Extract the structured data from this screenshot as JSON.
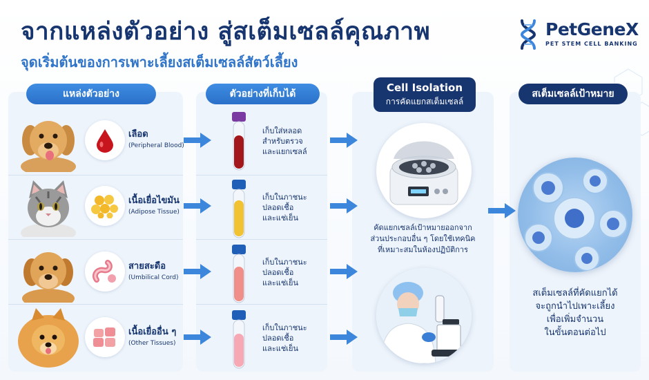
{
  "title": "จากแหล่งตัวอย่าง สู่สเต็มเซลล์คุณภาพ",
  "subtitle": "จุดเริ่มต้นของการเพาะเลี้ยงสเต็มเซลล์สัตว์เลี้ยง",
  "logo": {
    "name": "PetGeneX",
    "tagline": "PET STEM CELL BANKING"
  },
  "columns": {
    "sources": "แหล่งตัวอย่าง",
    "samples": "ตัวอย่างที่เก็บได้",
    "isolation_en": "Cell Isolation",
    "isolation_th": "การคัดแยกสเต็มเซลล์",
    "target": "สเต็มเซลล์เป้าหมาย"
  },
  "rows": [
    {
      "animal": "golden-retriever",
      "source_th": "เลือด",
      "source_en": "(Peripheral Blood)",
      "sample_lines": [
        "เก็บใส่หลอด",
        "สำหรับตรวจ",
        "และแยกเซลล์"
      ],
      "tube_color": "#a3161c",
      "cap_color": "#7b3aa1"
    },
    {
      "animal": "cat",
      "source_th": "เนื้อเยื่อไขมัน",
      "source_en": "(Adipose Tissue)",
      "sample_lines": [
        "เก็บในภาชนะ",
        "ปลอดเชื้อ",
        "และแช่เย็น"
      ],
      "tube_color": "#f1c232",
      "cap_color": "#1f5fb8"
    },
    {
      "animal": "puppy",
      "source_th": "สายสะดือ",
      "source_en": "(Umbilical Cord)",
      "sample_lines": [
        "เก็บในภาชนะ",
        "ปลอดเชื้อ",
        "และแช่เย็น"
      ],
      "tube_color": "#f08f8a",
      "cap_color": "#1f5fb8"
    },
    {
      "animal": "pomeranian",
      "source_th": "เนื้อเยื่ออื่น ๆ",
      "source_en": "(Other Tissues)",
      "sample_lines": [
        "เก็บในภาชนะ",
        "ปลอดเชื้อ",
        "และแช่เย็น"
      ],
      "tube_color": "#f6a9b4",
      "cap_color": "#1f5fb8"
    }
  ],
  "isolation_lines": [
    "คัดแยกเซลล์เป้าหมายออกจาก",
    "ส่วนประกอบอื่น ๆ โดยใช้เทคนิค",
    "ที่เหมาะสมในห้องปฏิบัติการ"
  ],
  "final_lines": [
    "สเต็มเซลล์ที่คัดแยกได้",
    "จะถูกนำไปเพาะเลี้ยง",
    "เพื่อเพิ่มจำนวน",
    "ในขั้นตอนต่อไป"
  ],
  "colors": {
    "navy": "#17356f",
    "accent": "#2f74c8",
    "arrow": "#3c86dc",
    "panel": "#eef4fb"
  }
}
